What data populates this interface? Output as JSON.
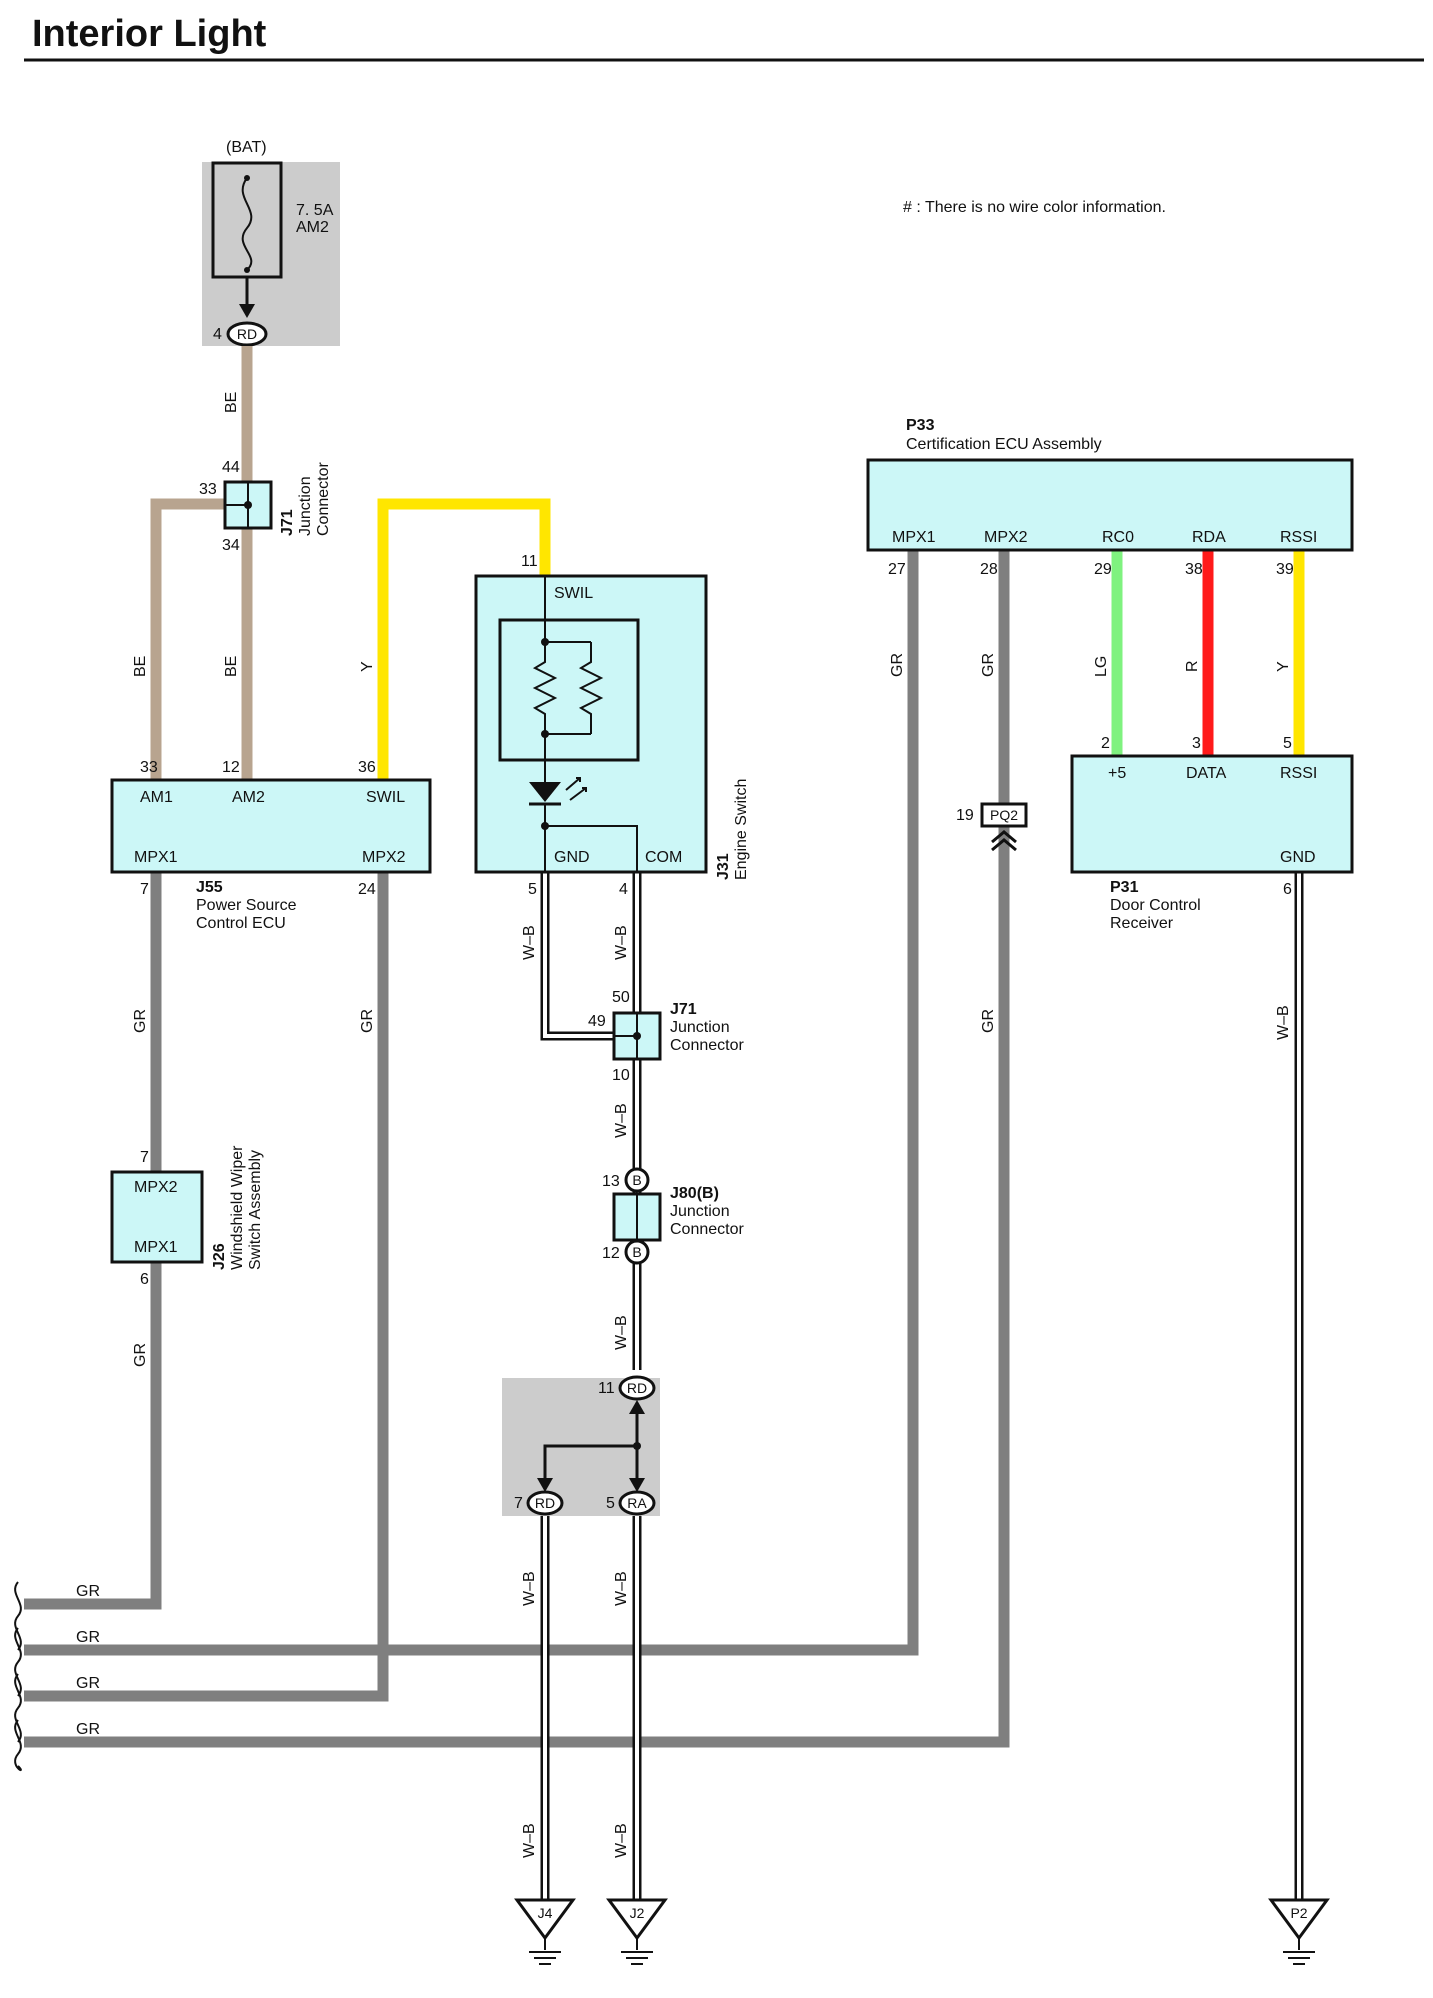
{
  "title": "Interior Light",
  "note": "# : There is no wire color information.",
  "colors": {
    "BE": "#b8a48f",
    "Y": "#ffe600",
    "GR": "#7f7f7f",
    "LG": "#7ff27f",
    "R": "#ff1a1a",
    "box_fill": "#ccf7f7",
    "shade": "#cccccc"
  },
  "fuse": {
    "supply": "(BAT)",
    "rating": "7. 5A",
    "name": "AM2",
    "pin": "4",
    "connector": "RD"
  },
  "j71_top": {
    "id": "J71",
    "name1": "Junction",
    "name2": "Connector",
    "pins": [
      "44",
      "33",
      "34"
    ]
  },
  "j71_mid": {
    "id": "J71",
    "name1": "Junction",
    "name2": "Connector",
    "pins": [
      "50",
      "49",
      "10"
    ]
  },
  "j80": {
    "id": "J80(B)",
    "name1": "Junction",
    "name2": "Connector",
    "pin_top": "13",
    "pin_bottom": "12",
    "tag": "B"
  },
  "j55": {
    "id": "J55",
    "name1": "Power Source",
    "name2": "Control ECU",
    "terminals_top": [
      {
        "pin": "33",
        "label": "AM1"
      },
      {
        "pin": "12",
        "label": "AM2"
      },
      {
        "pin": "36",
        "label": "SWIL"
      }
    ],
    "terminals_bottom": [
      {
        "pin": "7",
        "label": "MPX1"
      },
      {
        "pin": "24",
        "label": "MPX2"
      }
    ]
  },
  "j31": {
    "id": "J31",
    "name": "Engine Switch",
    "top_pin": "11",
    "top_label": "SWIL",
    "terminals_bottom": [
      {
        "pin": "5",
        "label": "GND"
      },
      {
        "pin": "4",
        "label": "COM"
      }
    ]
  },
  "j26": {
    "id": "J26",
    "name1": "Windshield Wiper",
    "name2": "Switch Assembly",
    "top_pin": "7",
    "top_label": "MPX2",
    "bottom_pin": "6",
    "bottom_label": "MPX1"
  },
  "p33": {
    "id": "P33",
    "name": "Certification ECU Assembly",
    "terminals": [
      {
        "pin": "27",
        "label": "MPX1"
      },
      {
        "pin": "28",
        "label": "MPX2"
      },
      {
        "pin": "29",
        "label": "RC0"
      },
      {
        "pin": "38",
        "label": "RDA"
      },
      {
        "pin": "39",
        "label": "RSSI"
      }
    ]
  },
  "p31": {
    "id": "P31",
    "name1": "Door Control",
    "name2": "Receiver",
    "terminals_top": [
      {
        "pin": "2",
        "label": "+5"
      },
      {
        "pin": "3",
        "label": "DATA"
      },
      {
        "pin": "5",
        "label": "RSSI"
      }
    ],
    "bottom_pin": "6",
    "bottom_label": "GND"
  },
  "pq2": {
    "pin": "19",
    "label": "PQ2"
  },
  "joint": {
    "pin_top": "11",
    "pin_left": "7",
    "pin_right": "5",
    "connector_top": "RD",
    "connector_left": "RD",
    "connector_right": "RA"
  },
  "wire_labels": {
    "be": "BE",
    "y": "Y",
    "gr": "GR",
    "wb": "W–B",
    "lg": "LG",
    "r": "R"
  },
  "grounds": [
    "J4",
    "J2",
    "P2"
  ]
}
